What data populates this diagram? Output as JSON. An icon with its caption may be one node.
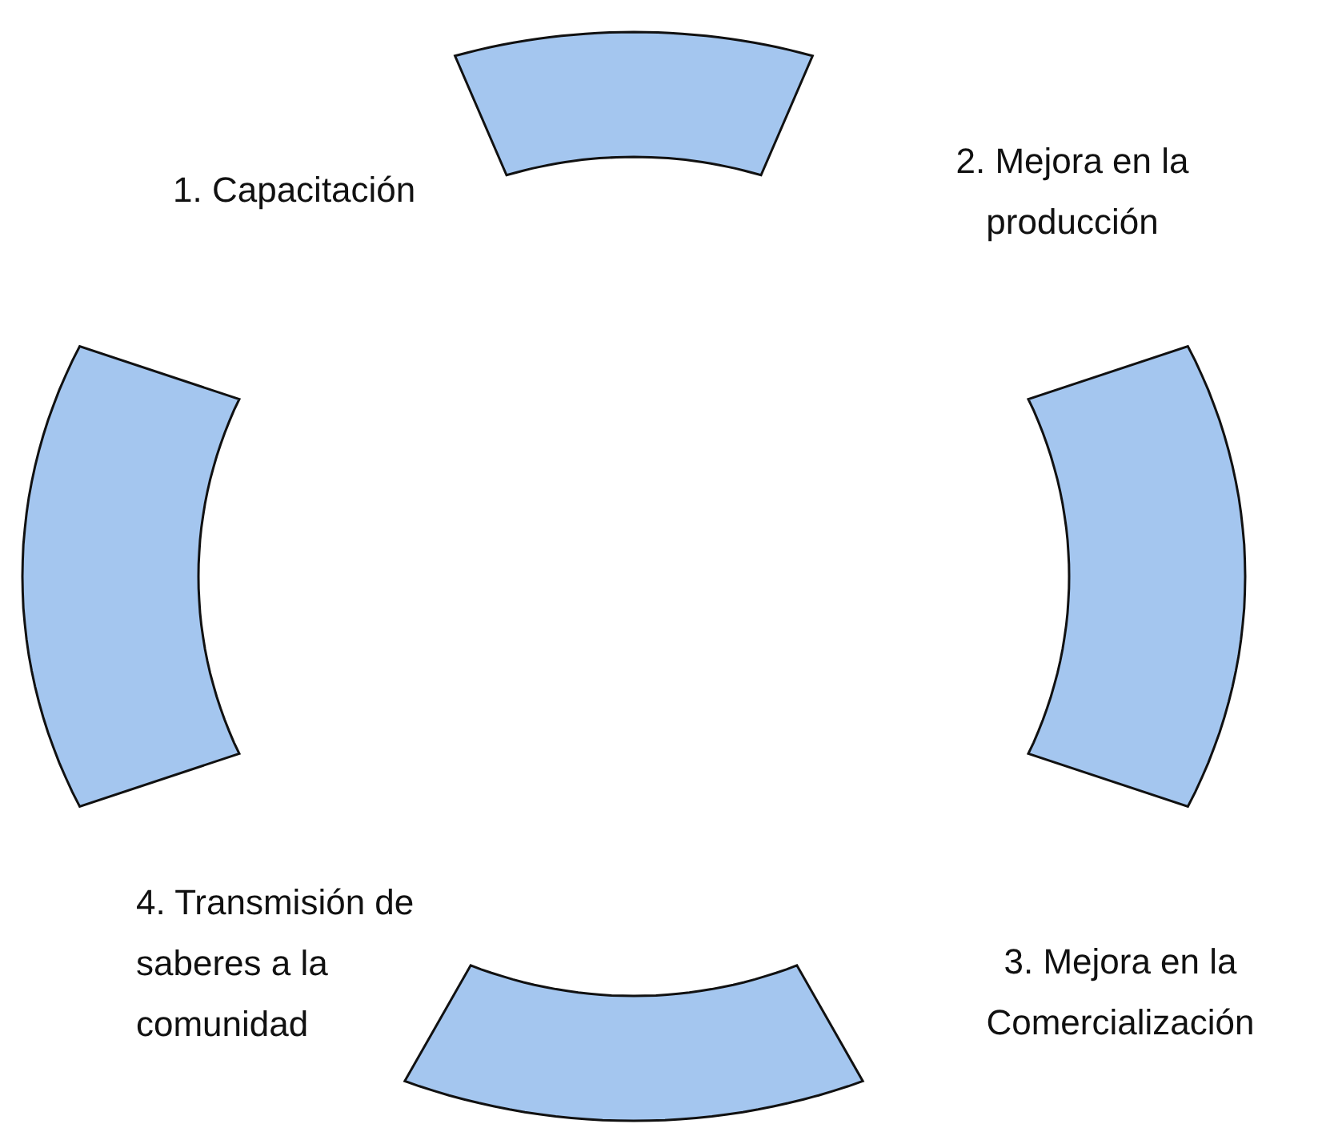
{
  "diagram": {
    "labels": [
      "1. Capacitación",
      "2. Mejora en la producción",
      "3. Mejora en la Comercialización",
      "4. Transmisión de saberes a la comunidad"
    ]
  }
}
